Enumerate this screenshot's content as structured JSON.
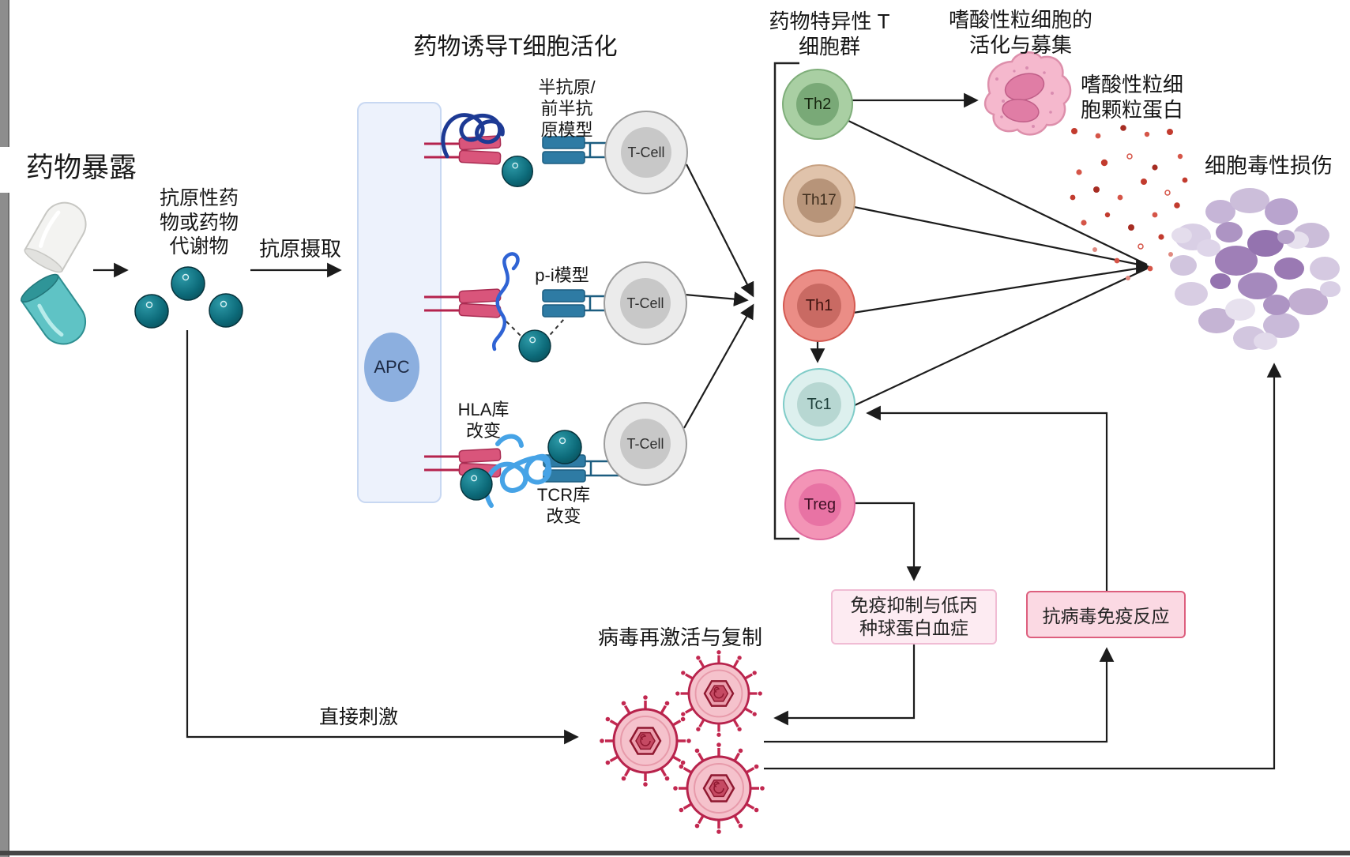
{
  "titles": {
    "drug_exposure": "药物暴露",
    "t_cell_activation": "药物诱导T细胞活化",
    "t_cell_populations": "药物特异性 T\n细胞群",
    "eosinophil_activation": "嗜酸性粒细胞的\n活化与募集",
    "cytotoxic_damage": "细胞毒性损伤"
  },
  "labels": {
    "antigenic_drug": "抗原性药\n物或药物\n代谢物",
    "antigen_uptake": "抗原摄取",
    "apc": "APC",
    "hapten_model": "半抗原/\n前半抗\n原模型",
    "pi_model": "p-i模型",
    "hla_repertoire": "HLA库\n改变",
    "tcr_repertoire": "TCR库\n改变",
    "t_cell": "T-Cell",
    "eosinophil_granule": "嗜酸性粒细\n胞颗粒蛋白",
    "viral_reactivation": "病毒再激活与复制",
    "direct_stimulation": "直接刺激"
  },
  "boxes": {
    "immunosuppression": "免疫抑制与低丙\n种球蛋白血症",
    "antiviral_response": "抗病毒免疫反应"
  },
  "cells": [
    {
      "id": "th2",
      "label": "Th2",
      "outer": "#a9cfa3",
      "border": "#7fae7a",
      "inner": "#79a977",
      "text": "#17260f"
    },
    {
      "id": "th17",
      "label": "Th17",
      "outer": "#e0c3ab",
      "border": "#c8a283",
      "inner": "#b79479",
      "text": "#3c2c1c"
    },
    {
      "id": "th1",
      "label": "Th1",
      "outer": "#eb8d86",
      "border": "#d45a52",
      "inner": "#c96a63",
      "text": "#3d120e"
    },
    {
      "id": "tc1",
      "label": "Tc1",
      "outer": "#ddf0ee",
      "border": "#7fccc8",
      "inner": "#b7d7d2",
      "text": "#1e3f3a"
    },
    {
      "id": "treg",
      "label": "Treg",
      "outer": "#f394b6",
      "border": "#e06c9e",
      "inner": "#e873a4",
      "text": "#401026"
    }
  ],
  "colors": {
    "drug_teal": "#0d6b7a",
    "mhc_pink": "#d9557b",
    "tcr_blue": "#2e7ba4",
    "apc_blue": "#8cafdf",
    "membrane_fill": "#edf2fc",
    "virus_red": "#b7234c",
    "eosinophil_pink": "#f5b8cd",
    "granule_red": "#c23b2e",
    "damage_purple": "#9a79b4",
    "arrow": "#1c1c1c"
  }
}
